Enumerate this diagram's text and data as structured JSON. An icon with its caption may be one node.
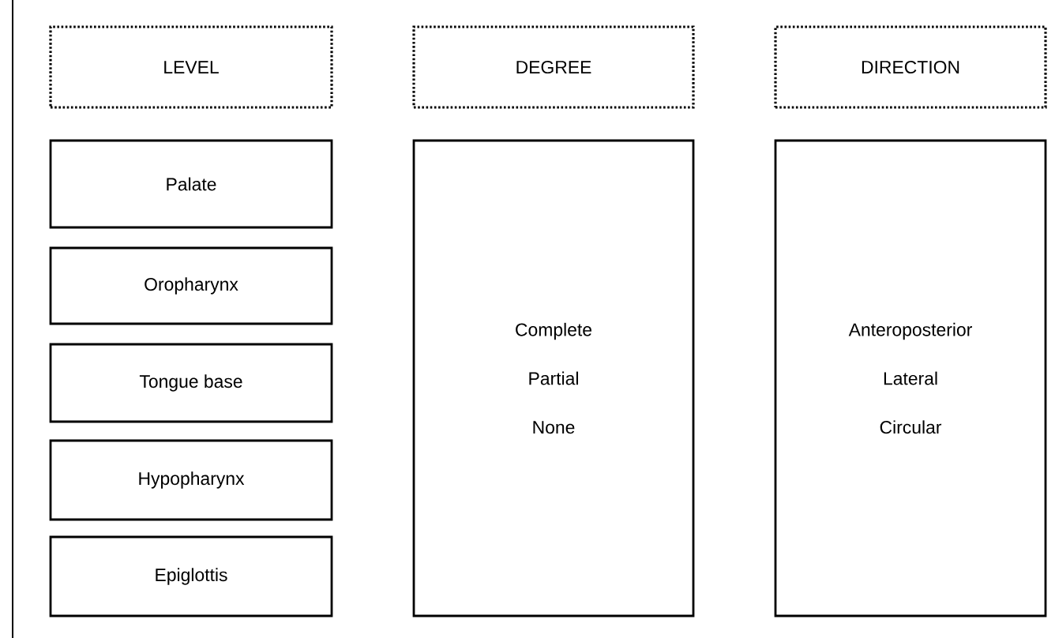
{
  "diagram": {
    "nodes": [
      {
        "text": [
          "LEVEL"
        ]
      },
      {
        "text": [
          "DEGREE"
        ]
      },
      {
        "text": [
          "DIRECTION"
        ]
      },
      {
        "text": [
          "Palate"
        ]
      },
      {
        "text": [
          "Oropharynx"
        ]
      },
      {
        "text": [
          "Tongue base"
        ]
      },
      {
        "text": [
          "Hypopharynx"
        ]
      },
      {
        "text": [
          "Epiglottis"
        ]
      },
      {
        "text": [
          "Complete",
          "Partial",
          "None"
        ]
      },
      {
        "text": [
          "Anteroposterior",
          "Lateral",
          "Circular"
        ]
      }
    ]
  }
}
